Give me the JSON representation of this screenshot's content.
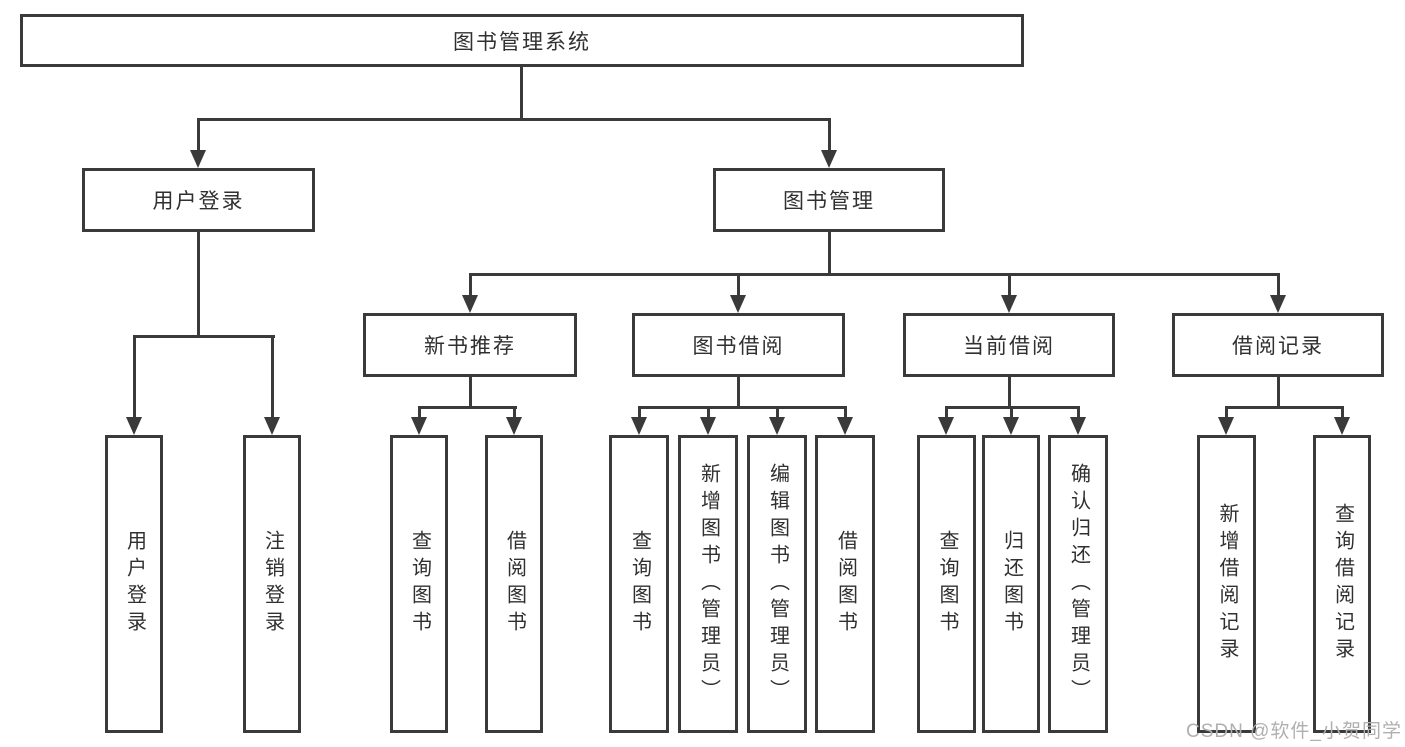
{
  "diagram": {
    "root": "图书管理系统",
    "branches": [
      {
        "label": "用户登录",
        "children": [
          "用户登录",
          "注销登录"
        ]
      },
      {
        "label": "图书管理",
        "children": [
          {
            "label": "新书推荐",
            "children": [
              "查询图书",
              "借阅图书"
            ]
          },
          {
            "label": "图书借阅",
            "children": [
              "查询图书",
              "新增图书（管理员）",
              "编辑图书（管理员）",
              "借阅图书"
            ]
          },
          {
            "label": "当前借阅",
            "children": [
              "查询图书",
              "归还图书",
              "确认归还（管理员）"
            ]
          },
          {
            "label": "借阅记录",
            "children": [
              "新增借阅记录",
              "查询借阅记录"
            ]
          }
        ]
      }
    ],
    "watermark": "CSDN @软件_小贺同学",
    "colors": {
      "line": "#3a3a3a",
      "text": "#303030",
      "watermark": "#b0b0b0"
    }
  }
}
